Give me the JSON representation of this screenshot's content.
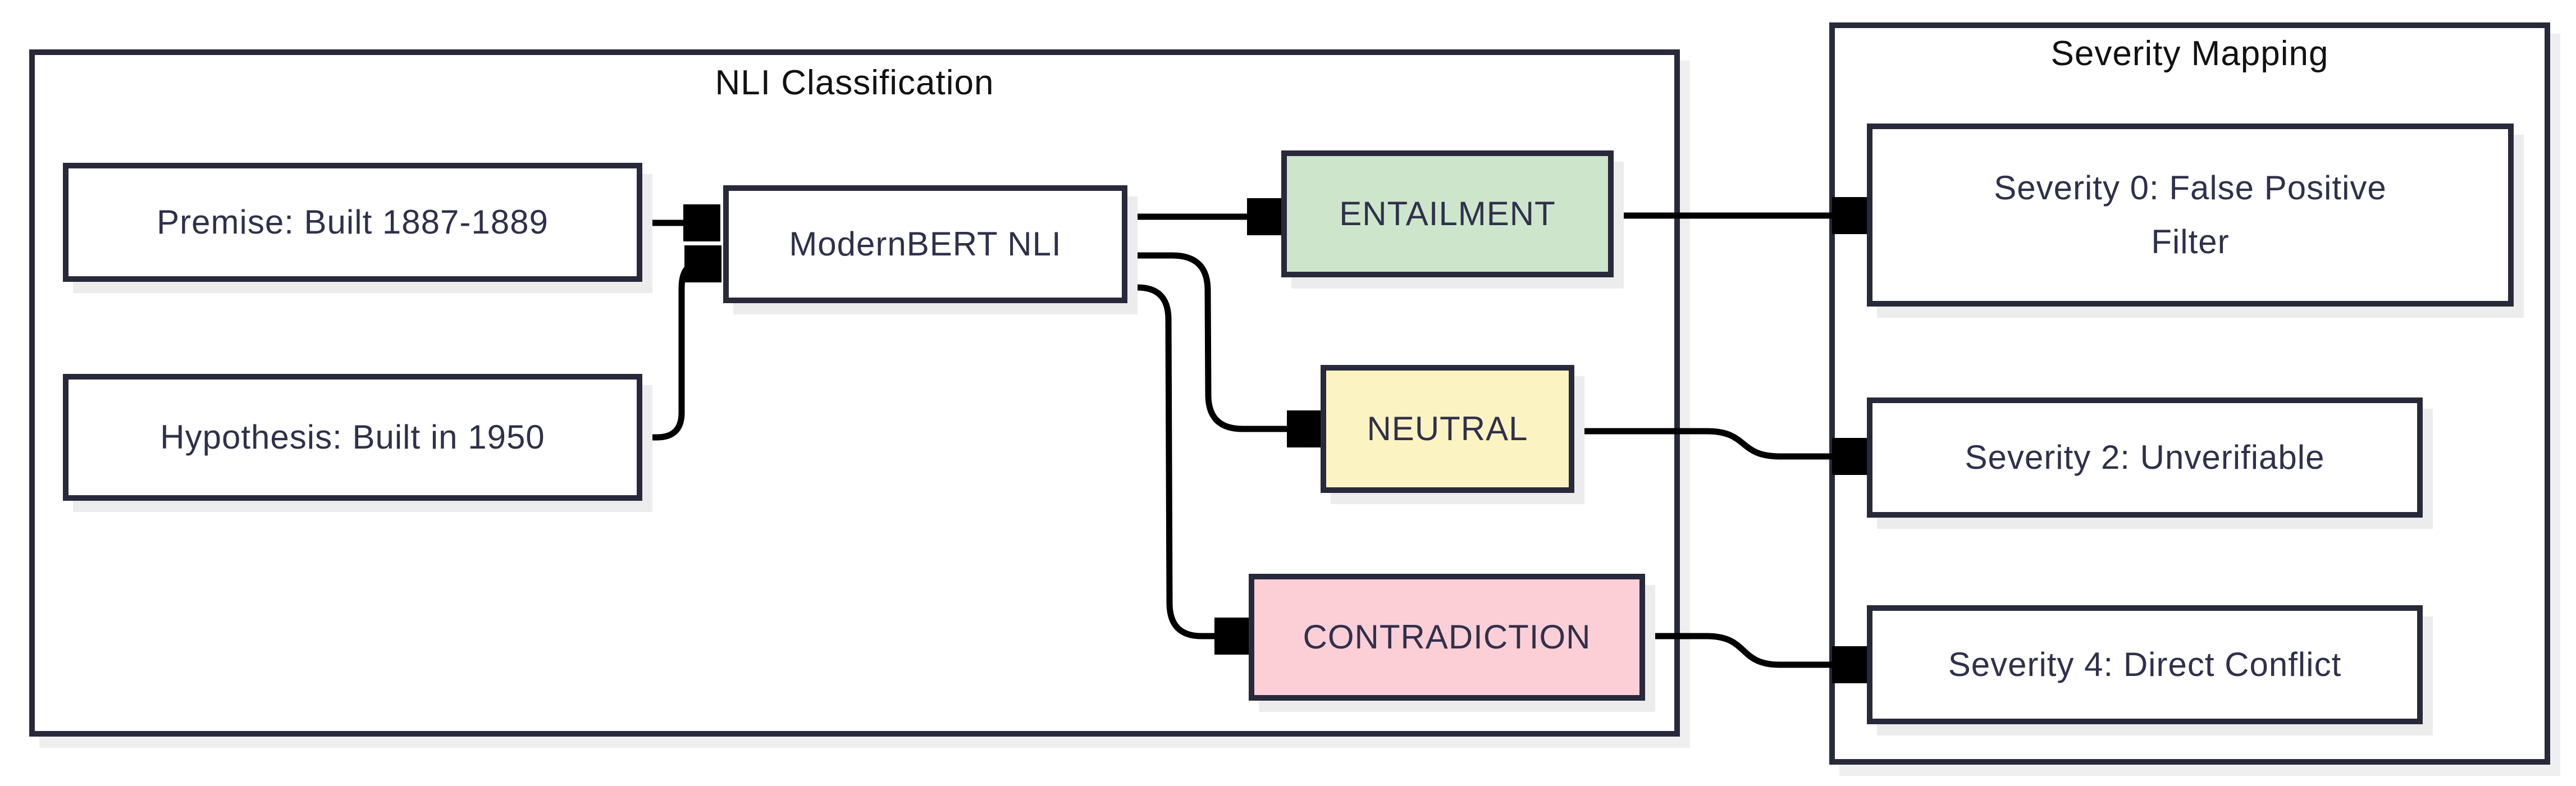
{
  "diagram": {
    "clusters": [
      {
        "id": "nli",
        "title": "NLI Classification"
      },
      {
        "id": "severity",
        "title": "Severity Mapping"
      }
    ],
    "nodes": [
      {
        "id": "premise",
        "label": "Premise: Built 1887-1889",
        "fill": "#ffffff"
      },
      {
        "id": "hypothesis",
        "label": "Hypothesis: Built in 1950",
        "fill": "#ffffff"
      },
      {
        "id": "model",
        "label": "ModernBERT NLI",
        "fill": "#ffffff"
      },
      {
        "id": "entailment",
        "label": "ENTAILMENT",
        "fill": "#cde6cb"
      },
      {
        "id": "neutral",
        "label": "NEUTRAL",
        "fill": "#fbf4c2"
      },
      {
        "id": "contradiction",
        "label": "CONTRADICTION",
        "fill": "#fccfd7"
      },
      {
        "id": "sev0",
        "label": "Severity 0: False Positive Filter",
        "fill": "#ffffff"
      },
      {
        "id": "sev2",
        "label": "Severity 2: Unverifiable",
        "fill": "#ffffff"
      },
      {
        "id": "sev4",
        "label": "Severity 4: Direct Conflict",
        "fill": "#ffffff"
      }
    ],
    "edges": [
      {
        "from": "premise",
        "to": "model"
      },
      {
        "from": "hypothesis",
        "to": "model"
      },
      {
        "from": "model",
        "to": "entailment"
      },
      {
        "from": "model",
        "to": "neutral"
      },
      {
        "from": "model",
        "to": "contradiction"
      },
      {
        "from": "entailment",
        "to": "sev0"
      },
      {
        "from": "neutral",
        "to": "sev2"
      },
      {
        "from": "contradiction",
        "to": "sev4"
      }
    ],
    "colors": {
      "border": "#29293c",
      "edge": "#000000",
      "entailment_fill": "#cde6cb",
      "neutral_fill": "#fbf4c2",
      "contradiction_fill": "#fccfd7",
      "shadow": "#ececec"
    }
  }
}
